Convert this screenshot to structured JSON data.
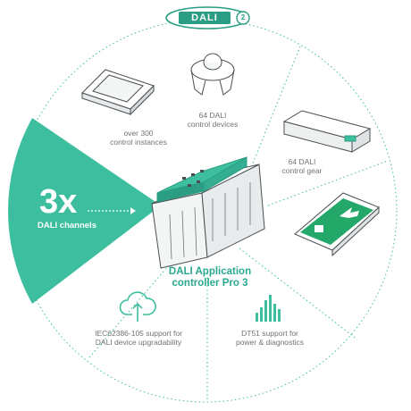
{
  "logo": {
    "text": "DALI",
    "version": "2"
  },
  "center": {
    "line1": "DALI Application",
    "line2": "controller Pro 3"
  },
  "channels": {
    "count": "3x",
    "label": "DALI channels"
  },
  "items": [
    {
      "id": "instances",
      "line1": "over 300",
      "line2": "control instances"
    },
    {
      "id": "devices",
      "line1": "64 DALI",
      "line2": "control devices"
    },
    {
      "id": "gear",
      "line1": "64 DALI",
      "line2": "control gear"
    },
    {
      "id": "upgrade",
      "line1": "IEC62386-105 support for",
      "line2": "DALI device upgradability"
    },
    {
      "id": "dt51",
      "line1": "DT51 support for",
      "line2": "power & diagnostics"
    }
  ],
  "colors": {
    "teal": "#3dbf9f",
    "teal_dark": "#2a9d82",
    "green": "#23a86a",
    "line": "#3dbf9f",
    "text": "#6f7476",
    "outline": "#4a4f52"
  },
  "icons": [
    "cloud-upload-icon",
    "signal-bars-icon",
    "touch-panel-icon",
    "sensor-icon",
    "driver-icon",
    "exit-sign-icon"
  ]
}
